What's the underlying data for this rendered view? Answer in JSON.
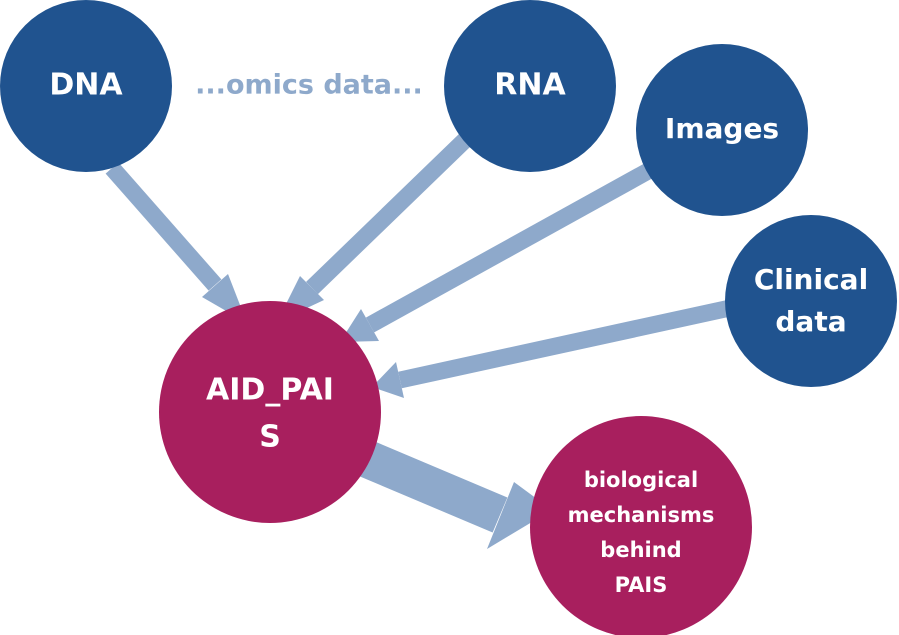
{
  "colors": {
    "source_node": "#20538f",
    "target_node": "#a81f5e",
    "arrow": "#8ea9cb",
    "omics_text": "#8ea9cb",
    "node_text": "#ffffff"
  },
  "nodes": {
    "dna": {
      "label": "DNA"
    },
    "rna": {
      "label": "RNA"
    },
    "images": {
      "label": "Images"
    },
    "clinical": {
      "line1": "Clinical",
      "line2": "data"
    },
    "aid": {
      "line1": "AID_PAI",
      "line2": "S"
    },
    "bio": {
      "line1": "biological",
      "line2": "mechanisms",
      "line3": "behind",
      "line4": "PAIS"
    }
  },
  "omics_label": "...omics data..."
}
